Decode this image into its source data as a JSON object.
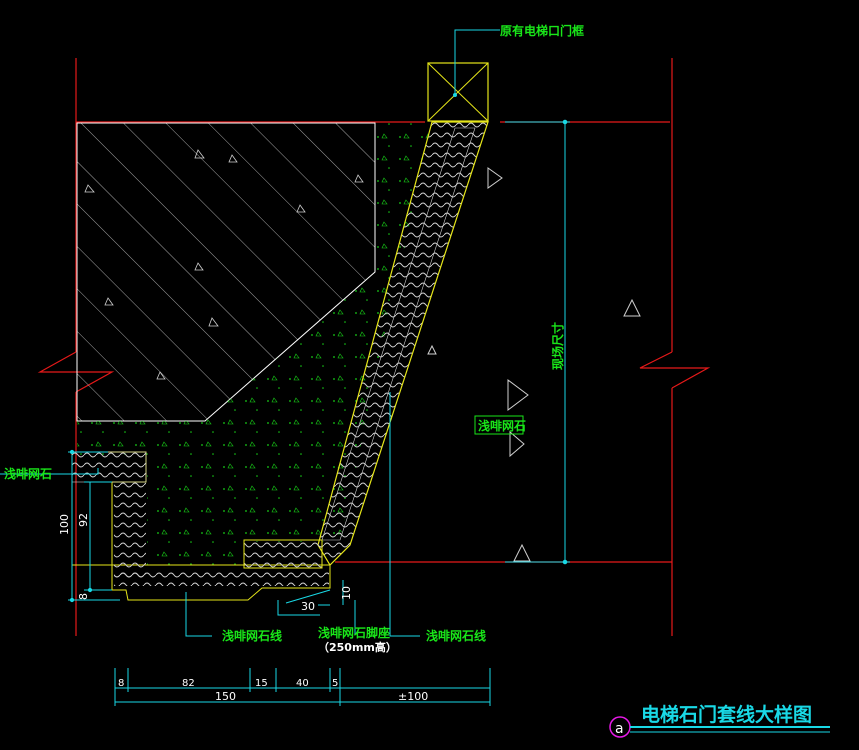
{
  "callouts": {
    "door_frame": "原有电梯口门框",
    "left_marble": "浅啡网石",
    "center_marble": "浅啡网石",
    "bottom_line_left": "浅啡网石线",
    "skirting": "浅啡网石脚座",
    "skirting_height": "（250mm高）",
    "bottom_line_right": "浅啡网石线",
    "site_size": "现场尺寸"
  },
  "dimensions": {
    "vertical": [
      "100",
      "92",
      "8"
    ],
    "small_horizontal": "30",
    "small_vertical": "10",
    "bottom_row": [
      "8",
      "82",
      "15",
      "40",
      "5"
    ],
    "bottom_total": "150",
    "bottom_tolerance": "±100"
  },
  "title": {
    "marker": "a",
    "text": "电梯石门套线大样图"
  },
  "colors": {
    "background": "#000000",
    "wall_outline": "#e61919",
    "hatch": "#ffffff",
    "marble_outline": "#e6e619",
    "dimension": "#19d9e6",
    "text": "#19e619"
  }
}
